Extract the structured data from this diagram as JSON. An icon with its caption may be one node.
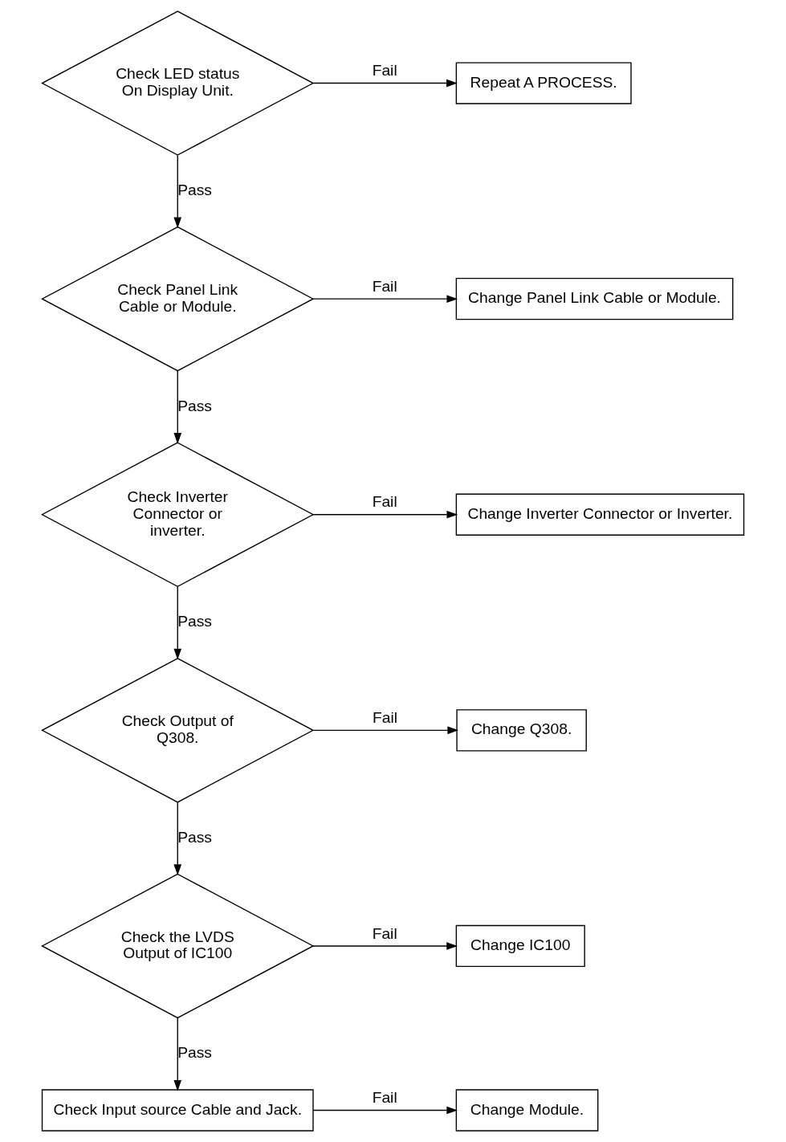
{
  "diagram": {
    "nodes": [
      {
        "text": [
          "Check LED status On Display Unit."
        ]
      },
      {
        "text": [
          "Repeat A PROCESS."
        ]
      },
      {
        "text": [
          "Check Panel Link Cable or Module."
        ]
      },
      {
        "text": [
          "Change Panel Link Cable or Module."
        ]
      },
      {
        "text": [
          "Check Inverter Connector or inverter."
        ]
      },
      {
        "text": [
          "Change Inverter Connector or Inverter."
        ]
      },
      {
        "text": [
          "Check Output of Q308."
        ]
      },
      {
        "text": [
          "Change Q308."
        ]
      },
      {
        "text": [
          "Check the LVDS Output of IC100"
        ]
      },
      {
        "text": [
          "Change IC100"
        ]
      },
      {
        "text": [
          "Check Input source Cable and Jack."
        ]
      },
      {
        "text": [
          "Change Module."
        ]
      }
    ],
    "edges": [
      {
        "from": 0,
        "to": 1,
        "arrow": "to",
        "label": "Fail"
      },
      {
        "from": 0,
        "to": 2,
        "arrow": "to",
        "label": "Pass"
      },
      {
        "from": 2,
        "to": 3,
        "arrow": "to",
        "label": "Fail"
      },
      {
        "from": 2,
        "to": 4,
        "arrow": "to",
        "label": "Pass"
      },
      {
        "from": 4,
        "to": 5,
        "arrow": "to",
        "label": "Fail"
      },
      {
        "from": 4,
        "to": 6,
        "arrow": "to",
        "label": "Pass"
      },
      {
        "from": 6,
        "to": 7,
        "arrow": "to",
        "label": "Fail"
      },
      {
        "from": 6,
        "to": 8,
        "arrow": "to",
        "label": "Pass"
      },
      {
        "from": 8,
        "to": 9,
        "arrow": "to",
        "label": "Fail"
      },
      {
        "from": 8,
        "to": 10,
        "arrow": "to",
        "label": "Pass"
      },
      {
        "from": 10,
        "to": 11,
        "arrow": "to",
        "label": "Fail"
      }
    ]
  }
}
